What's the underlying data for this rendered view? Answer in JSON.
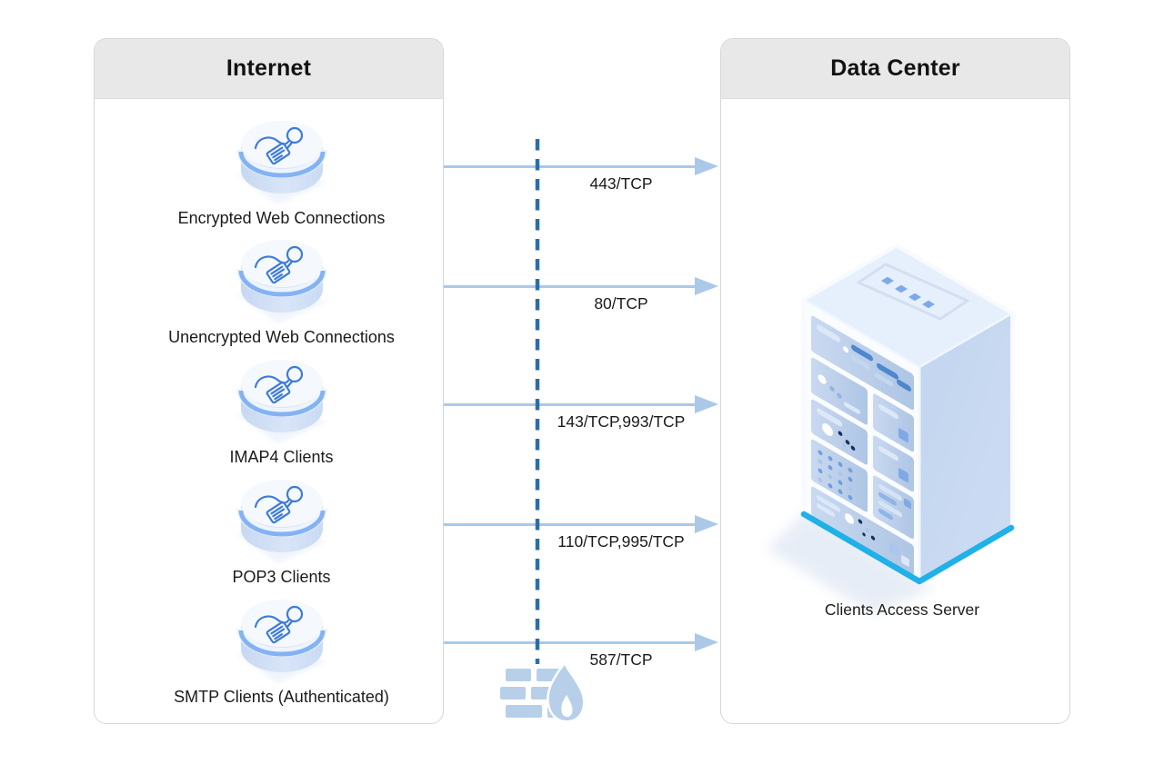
{
  "internet_panel": {
    "title": "Internet",
    "clients": [
      {
        "label": "Encrypted Web Connections"
      },
      {
        "label": "Unencrypted Web Connections"
      },
      {
        "label": "IMAP4 Clients"
      },
      {
        "label": "POP3 Clients"
      },
      {
        "label": "SMTP Clients (Authenticated)"
      }
    ]
  },
  "data_center_panel": {
    "title": "Data Center",
    "server_label": "Clients Access Server"
  },
  "connections": [
    {
      "ports": "443/TCP"
    },
    {
      "ports": "80/TCP"
    },
    {
      "ports": "143/TCP,993/TCP"
    },
    {
      "ports": "110/TCP,995/TCP"
    },
    {
      "ports": "587/TCP"
    }
  ],
  "icons": {
    "client": "user-mail-cylinder-icon",
    "arrow": "right-arrow-icon",
    "boundary": "firewall-boundary-dashed-line",
    "firewall": "firewall-brick-flame-icon",
    "server": "server-tower-icon"
  },
  "colors": {
    "arrow": "#abc8e9",
    "firewall_boundary": "#2a6fa8",
    "firewall_icon": "#b7cfe9",
    "server_base_accent": "#1fb1e8",
    "client_icon_stroke": "#3c7cd6",
    "client_icon_stripe": "#84b3f4",
    "panel_header_bg": "#e8e8e8",
    "panel_border": "#d7d7d7"
  }
}
